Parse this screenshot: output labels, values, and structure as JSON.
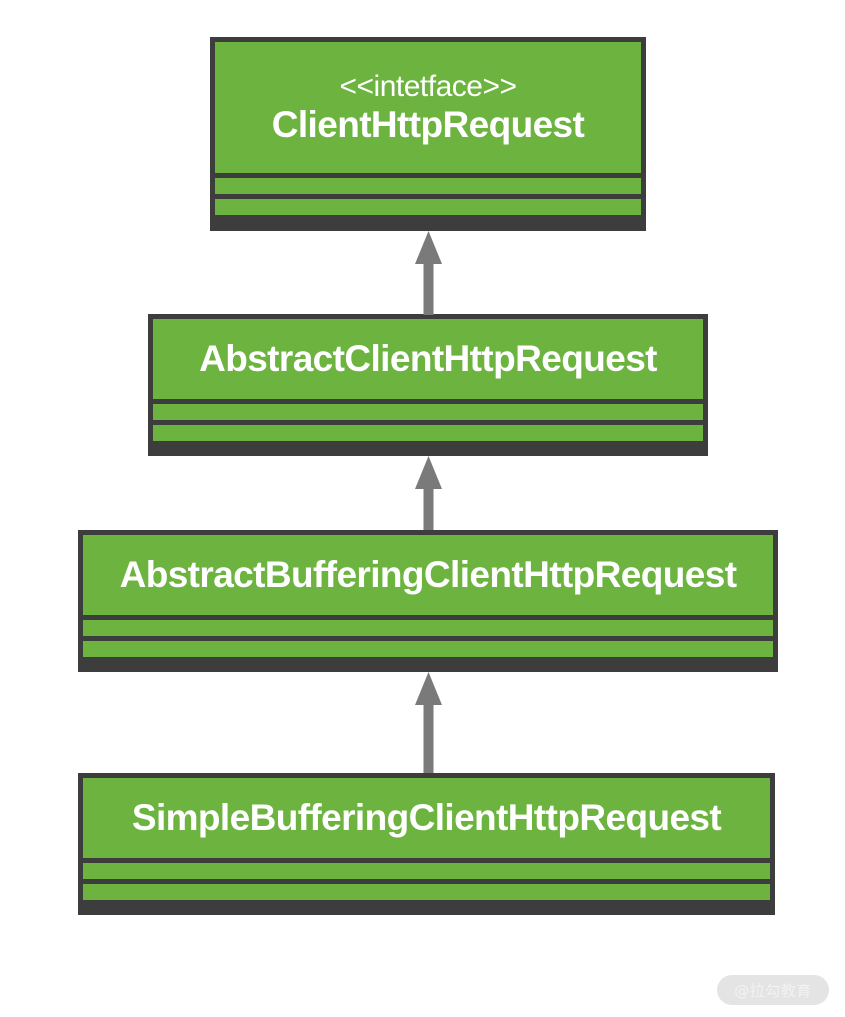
{
  "diagram": {
    "type": "uml-class-diagram",
    "background_color": "#ffffff",
    "box_fill_color": "#6cb33f",
    "box_border_color": "#3d3d3d",
    "arrow_color": "#7a7a7a",
    "text_color": "#ffffff",
    "classes": [
      {
        "stereotype": "<<intetface>>",
        "name": "ClientHttpRequest",
        "attributes": [],
        "methods": []
      },
      {
        "stereotype": "",
        "name": "AbstractClientHttpRequest",
        "attributes": [],
        "methods": []
      },
      {
        "stereotype": "",
        "name": "AbstractBufferingClientHttpRequest",
        "attributes": [],
        "methods": []
      },
      {
        "stereotype": "",
        "name": "SimpleBufferingClientHttpRequest",
        "attributes": [],
        "methods": []
      }
    ],
    "relationships": [
      {
        "from": "AbstractClientHttpRequest",
        "to": "ClientHttpRequest",
        "kind": "implements"
      },
      {
        "from": "AbstractBufferingClientHttpRequest",
        "to": "AbstractClientHttpRequest",
        "kind": "extends"
      },
      {
        "from": "SimpleBufferingClientHttpRequest",
        "to": "AbstractBufferingClientHttpRequest",
        "kind": "extends"
      }
    ]
  },
  "watermark": {
    "text": "@拉勾教育",
    "pill_color": "#e4e4e4",
    "text_color": "#f2f2f2"
  }
}
